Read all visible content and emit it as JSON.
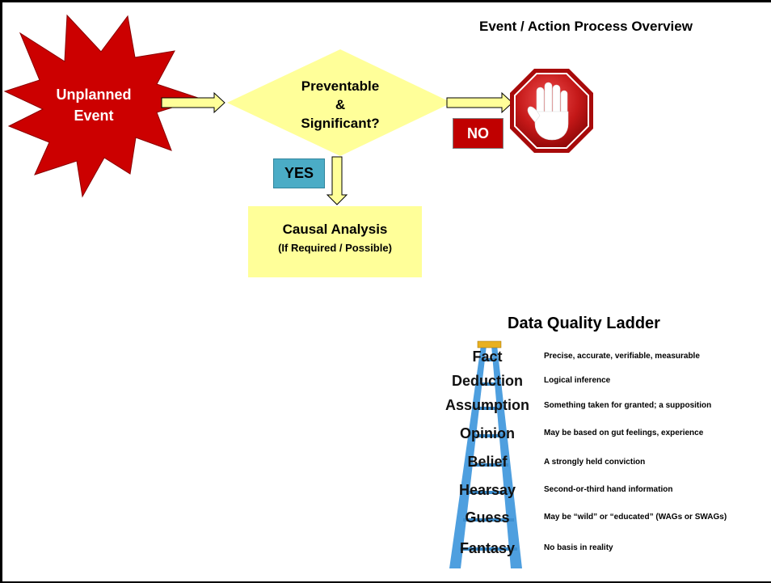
{
  "title": "Event / Action Process Overview",
  "flow": {
    "start": {
      "label_line1": "Unplanned",
      "label_line2": "Event",
      "color": "#cc0000"
    },
    "decision": {
      "line1": "Preventable",
      "line2": "&",
      "line3": "Significant?",
      "color": "#ffff99"
    },
    "no_label": "NO",
    "yes_label": "YES",
    "stop_icon": "stop-hand-icon",
    "analysis": {
      "title": "Causal Analysis",
      "subtitle": "(If Required / Possible)"
    }
  },
  "ladder": {
    "title": "Data Quality Ladder",
    "rungs": [
      {
        "word": "Fact",
        "description": "Precise, accurate, verifiable, measurable"
      },
      {
        "word": "Deduction",
        "description": "Logical inference"
      },
      {
        "word": "Assumption",
        "description": "Something taken for granted; a supposition"
      },
      {
        "word": "Opinion",
        "description": "May be based on gut feelings, experience"
      },
      {
        "word": "Belief",
        "description": "A strongly held conviction"
      },
      {
        "word": "Hearsay",
        "description": "Second-or-third hand information"
      },
      {
        "word": "Guess",
        "description": "May be “wild” or “educated” (WAGs or SWAGs)"
      },
      {
        "word": "Fantasy",
        "description": "No basis in reality"
      }
    ]
  }
}
